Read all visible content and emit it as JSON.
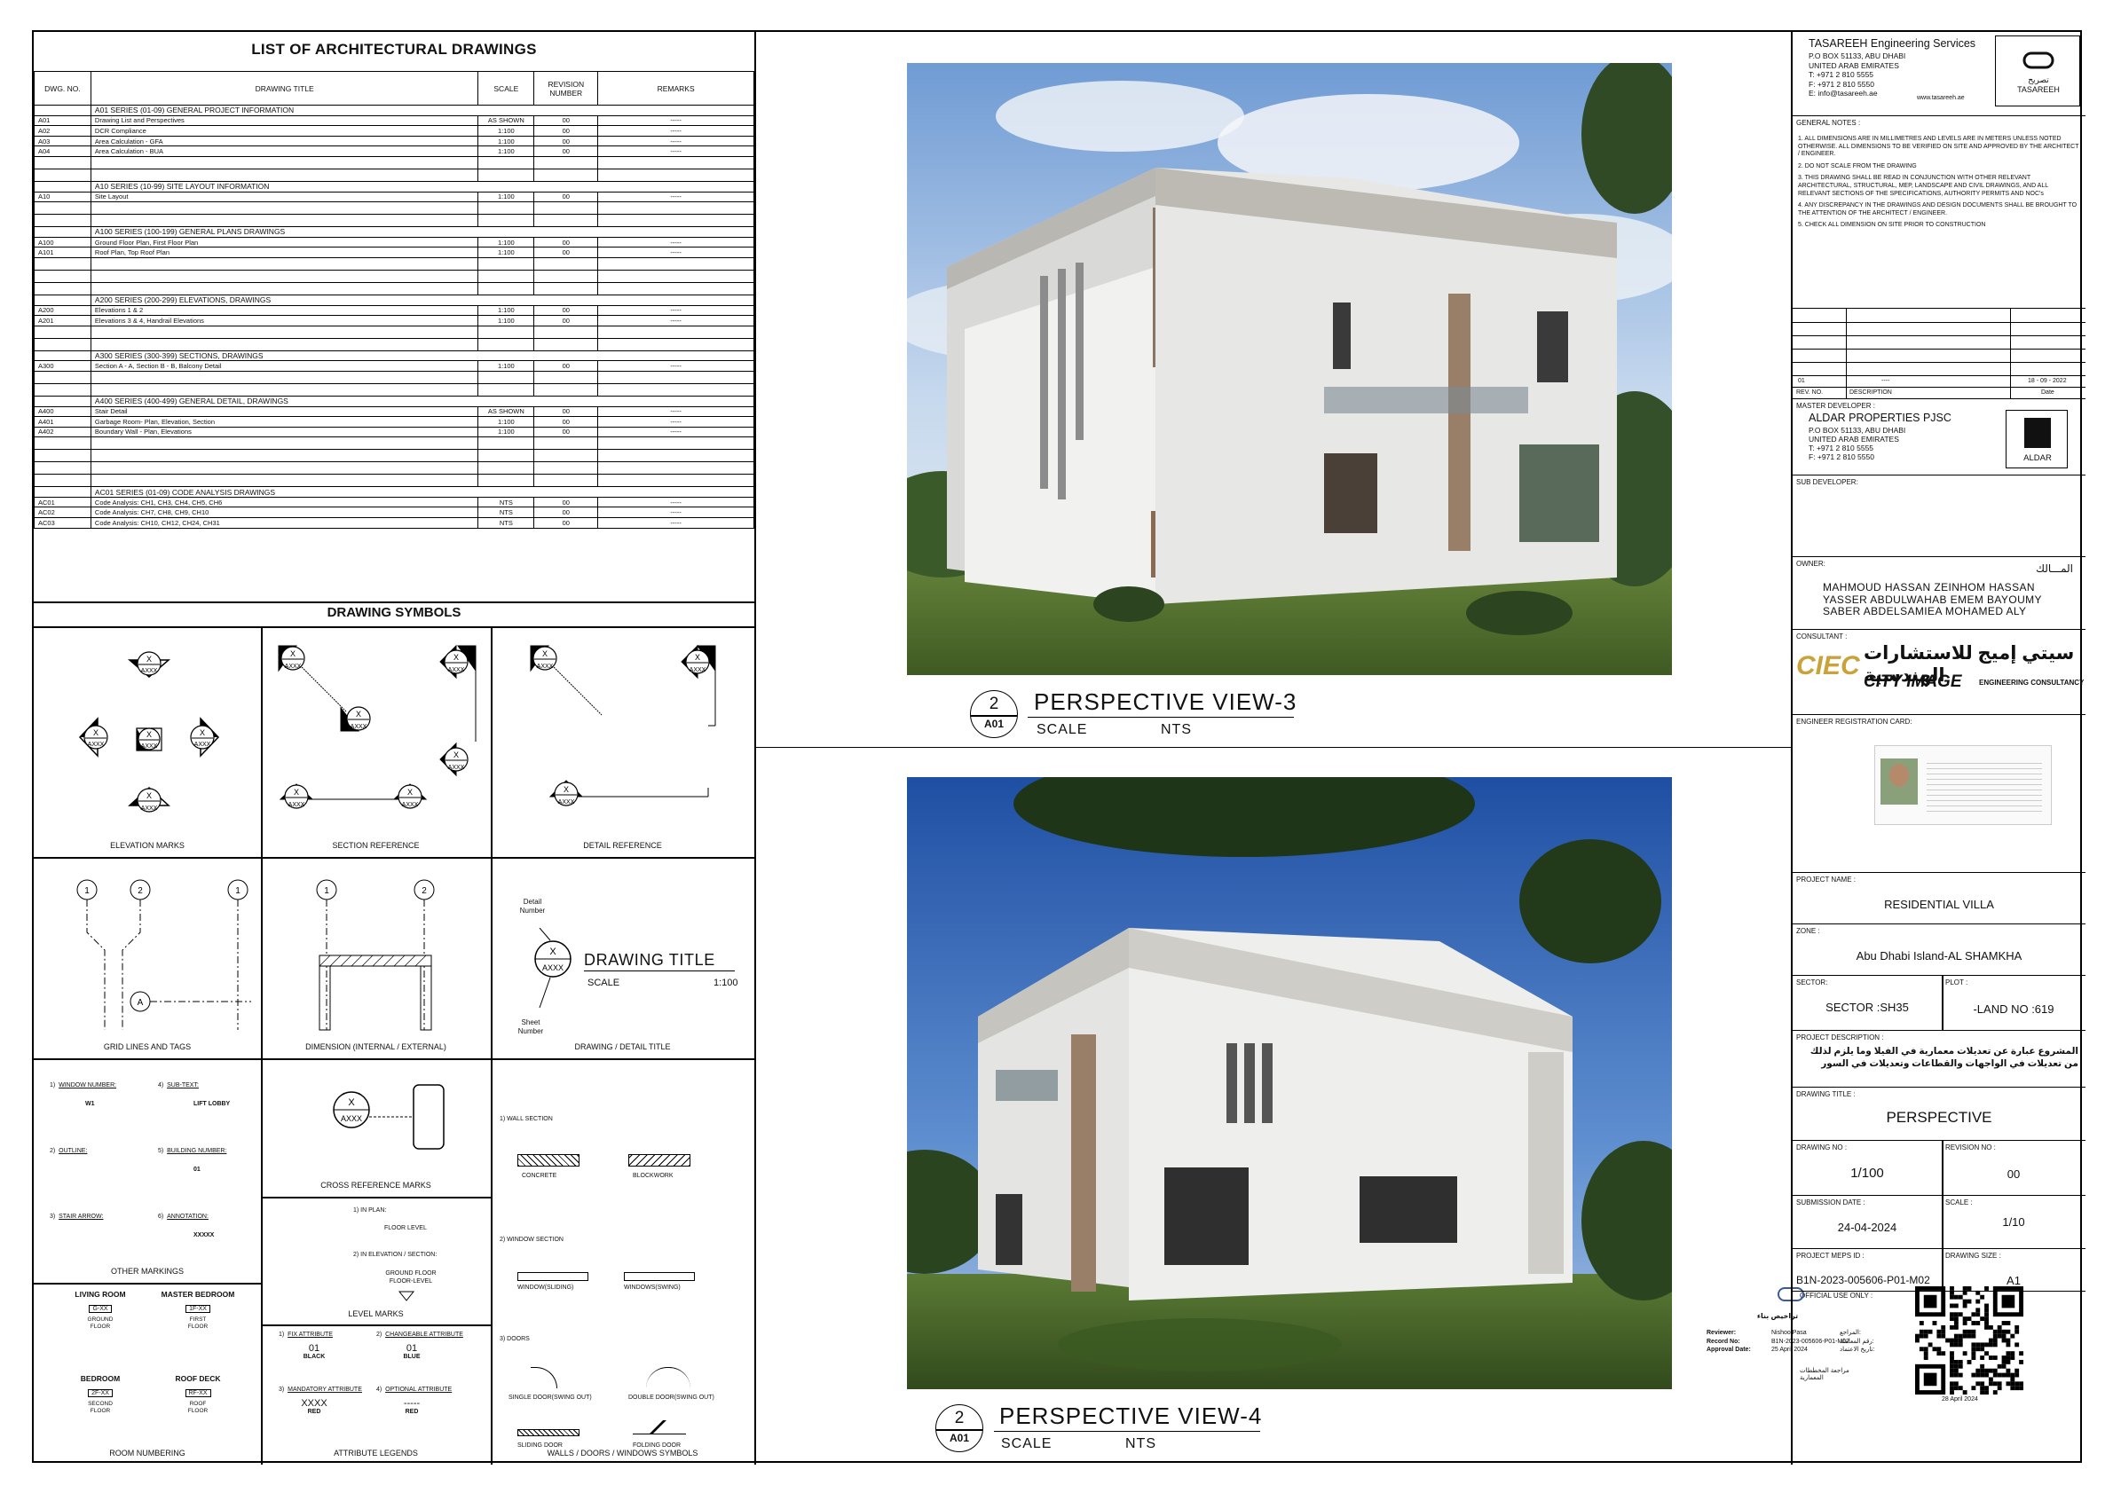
{
  "drawing_list": {
    "title": "LIST OF ARCHITECTURAL DRAWINGS",
    "headers": [
      "DWG. NO.",
      "DRAWING TITLE",
      "SCALE",
      "REVISION NUMBER",
      "REMARKS"
    ],
    "rows": [
      {
        "type": "series",
        "title": "A01 SERIES (01-09) GENERAL PROJECT INFORMATION"
      },
      {
        "no": "A01",
        "title": "Drawing List and Perspectives",
        "scale": "AS SHOWN",
        "rev": "00",
        "rem": "-----"
      },
      {
        "no": "A02",
        "title": "DCR Compliance",
        "scale": "1:100",
        "rev": "00",
        "rem": "-----"
      },
      {
        "no": "A03",
        "title": "Area Calculation - GFA",
        "scale": "1:100",
        "rev": "00",
        "rem": "-----"
      },
      {
        "no": "A04",
        "title": "Area Calculation - BUA",
        "scale": "1:100",
        "rev": "00",
        "rem": "-----"
      },
      {
        "type": "gap"
      },
      {
        "type": "gap"
      },
      {
        "type": "series",
        "title": "A10 SERIES (10-99) SITE LAYOUT  INFORMATION"
      },
      {
        "no": "A10",
        "title": "Site Layout",
        "scale": "1:100",
        "rev": "00",
        "rem": "-----"
      },
      {
        "type": "gap"
      },
      {
        "type": "gap"
      },
      {
        "type": "series",
        "title": "A100 SERIES (100-199) GENERAL PLANS DRAWINGS"
      },
      {
        "no": "A100",
        "title": "Ground Floor Plan, First Floor Plan",
        "scale": "1:100",
        "rev": "00",
        "rem": "-----"
      },
      {
        "no": "A101",
        "title": "Roof Plan, Top Roof Plan",
        "scale": "1:100",
        "rev": "00",
        "rem": "-----"
      },
      {
        "type": "gap"
      },
      {
        "type": "gap"
      },
      {
        "type": "gap"
      },
      {
        "type": "series",
        "title": "A200 SERIES (200-299) ELEVATIONS, DRAWINGS"
      },
      {
        "no": "A200",
        "title": "Elevations 1 & 2",
        "scale": "1:100",
        "rev": "00",
        "rem": "-----"
      },
      {
        "no": "A201",
        "title": "Elevations 3 & 4, Handrail Elevations",
        "scale": "1:100",
        "rev": "00",
        "rem": "-----"
      },
      {
        "type": "gap"
      },
      {
        "type": "gap"
      },
      {
        "type": "series",
        "title": "A300 SERIES (300-399) SECTIONS, DRAWINGS"
      },
      {
        "no": "A300",
        "title": "Section A - A, Section B - B, Balcony Detail",
        "scale": "1:100",
        "rev": "00",
        "rem": "-----"
      },
      {
        "type": "gap"
      },
      {
        "type": "gap"
      },
      {
        "type": "series",
        "title": "A400 SERIES (400-499) GENERAL DETAIL, DRAWINGS"
      },
      {
        "no": "A400",
        "title": "Stair Detail",
        "scale": "AS SHOWN",
        "rev": "00",
        "rem": "-----"
      },
      {
        "no": "A401",
        "title": "Garbage Room- Plan, Elevation, Section",
        "scale": "1:100",
        "rev": "00",
        "rem": "-----"
      },
      {
        "no": "A402",
        "title": "Boundary Wall - Plan, Elevations",
        "scale": "1:100",
        "rev": "00",
        "rem": "-----"
      },
      {
        "type": "gap"
      },
      {
        "type": "gap"
      },
      {
        "type": "gap"
      },
      {
        "type": "gap"
      },
      {
        "type": "series",
        "title": "AC01 SERIES (01-09) CODE ANALYSIS DRAWINGS"
      },
      {
        "no": "AC01",
        "title": "Code Analysis: CH1, CH3, CH4, CH5, CH6",
        "scale": "NTS",
        "rev": "00",
        "rem": "-----"
      },
      {
        "no": "AC02",
        "title": "Code Analysis: CH7, CH8, CH9, CH10",
        "scale": "NTS",
        "rev": "00",
        "rem": "-----"
      },
      {
        "no": "AC03",
        "title": "Code Analysis: CH10, CH12, CH24, CH31",
        "scale": "NTS",
        "rev": "00",
        "rem": "-----"
      }
    ]
  },
  "symbols": {
    "title": "DRAWING SYMBOLS",
    "mark_x": "X",
    "mark_axxx": "AXXX",
    "elevation_marks": "ELEVATION MARKS",
    "section_reference": "SECTION REFERENCE",
    "detail_reference": "DETAIL REFERENCE",
    "grid_lines": "GRID LINES AND TAGS",
    "grid_1": "1",
    "grid_2": "2",
    "grid_a": "A",
    "dimension": "DIMENSION (INTERNAL / EXTERNAL)",
    "drawing_detail_title": "DRAWING / DETAIL TITLE",
    "detail_number": "Detail Number",
    "sheet_number": "Sheet Number",
    "sample_title": "DRAWING TITLE",
    "sample_scale_label": "SCALE",
    "sample_scale_value": "1:100",
    "other_items": [
      {
        "n": "1)",
        "label": "WINDOW  NUMBER:",
        "sym": "W1"
      },
      {
        "n": "4)",
        "label": "SUB-TEXT:",
        "sym": "LIFT LOBBY"
      },
      {
        "n": "2)",
        "label": "OUTLINE:",
        "sym": ""
      },
      {
        "n": "5)",
        "label": "BUILDING NUMBER:",
        "sym": "01"
      },
      {
        "n": "3)",
        "label": "STAIR ARROW:",
        "sym": ""
      },
      {
        "n": "6)",
        "label": "ANNOTATION:",
        "sym": "XXXXX"
      }
    ],
    "other_markings": "OTHER MARKINGS",
    "cross_reference": "CROSS REFERENCE MARKS",
    "level_marks": "LEVEL MARKS",
    "level_items": [
      "1)  IN PLAN:",
      "2)  IN ELEVATION / SECTION:"
    ],
    "level_floor": "FLOOR LEVEL",
    "level_ground": "GROUND FLOOR FLOOR-LEVEL",
    "wall_items": {
      "wall_section": "1)     WALL SECTION",
      "concrete": "CONCRETE",
      "blockwork": "BLOCKWORK",
      "window_section": "2)     WINDOW SECTION",
      "window_sliding": "WINDOW(SLIDING)",
      "window_swing": "WINDOWS(SWING)",
      "doors": "3)     DOORS",
      "single_door": "SINGLE DOOR(SWING OUT)",
      "double_door": "DOUBLE DOOR(SWING OUT)",
      "sliding_door": "SLIDING DOOR",
      "folding_door": "FOLDING DOOR"
    },
    "walls_doors": "WALLS / DOORS / WINDOWS SYMBOLS",
    "rooms": [
      {
        "name": "LIVING ROOM",
        "code": "G-XX",
        "floor": "GROUND FLOOR"
      },
      {
        "name": "MASTER BEDROOM",
        "code": "1F-XX",
        "floor": "FIRST FLOOR"
      },
      {
        "name": "BEDROOM",
        "code": "2F-XX",
        "floor": "SECOND FLOOR"
      },
      {
        "name": "ROOF DECK",
        "code": "RF-XX",
        "floor": "ROOF FLOOR"
      }
    ],
    "room_numbering": "ROOM NUMBERING",
    "attributes": [
      {
        "n": "1)",
        "label": "FIX ATTRIBUTE",
        "v": "01",
        "c": "BLACK"
      },
      {
        "n": "2)",
        "label": "CHANGEABLE ATTRIBUTE",
        "v": "01",
        "c": "BLUE"
      },
      {
        "n": "3)",
        "label": "MANDATORY ATTRIBUTE",
        "v": "XXXX",
        "c": "RED"
      },
      {
        "n": "4)",
        "label": "OPTIONAL ATTRIBUTE",
        "v": "-----",
        "c": "RED"
      }
    ],
    "attribute_legends": "ATTRIBUTE LEGENDS"
  },
  "views": [
    {
      "num": "2",
      "sheet": "A01",
      "title": "PERSPECTIVE VIEW-3",
      "scale_label": "SCALE",
      "scale": "NTS"
    },
    {
      "num": "2",
      "sheet": "A01",
      "title": "PERSPECTIVE VIEW-4",
      "scale_label": "SCALE",
      "scale": "NTS"
    }
  ],
  "title_block": {
    "company": "TASAREEH Engineering Services",
    "company_addr": [
      "P.O BOX 51133, ABU DHABI",
      "UNITED ARAB EMIRATES",
      "T:  +971 2 810 5555",
      "F:  +971 2 810 5550",
      "E:  info@tasareeh.ae"
    ],
    "company_web": "www.tasareeh.ae",
    "logo_text": "TASAREEH",
    "logo_arabic": "تصريح",
    "general_notes_label": "GENERAL NOTES :",
    "notes": [
      "1.  ALL DIMENSIONS ARE IN MILLIMETRES AND LEVELS ARE IN METERS UNLESS NOTED OTHERWISE. ALL DIMENSIONS TO BE VERIFIED ON SITE AND APPROVED BY THE ARCHITECT / ENGINEER.",
      "2.  DO NOT SCALE FROM THE DRAWING",
      "3.  THIS DRAWING SHALL BE READ IN CONJUNCTION WITH OTHER RELEVANT ARCHITECTURAL, STRUCTURAL, MEP, LANDSCAPE AND CIVIL DRAWINGS, AND ALL RELEVANT SECTIONS OF THE SPECIFICATIONS, AUTHORITY PERMITS AND NOC's",
      "4.  ANY DISCREPANCY IN THE DRAWINGS AND DESIGN DOCUMENTS SHALL BE BROUGHT TO THE ATTENTION OF THE ARCHITECT / ENGINEER.",
      "5.  CHECK ALL DIMENSION ON SITE PRIOR TO CONSTRUCTION"
    ],
    "rev_row": {
      "no": "01",
      "desc": "----",
      "date": "18 - 09 - 2022"
    },
    "rev_headers": [
      "REV. NO.",
      "DESCRIPTION",
      "Date"
    ],
    "master_dev_label": "MASTER DEVELOPER :",
    "master_dev": "ALDAR PROPERTIES PJSC",
    "master_addr": [
      "P.O BOX 51133, ABU DHABI",
      "UNITED ARAB EMIRATES",
      "T:  +971 2 810 5555",
      "F:  +971 2 810 5550"
    ],
    "aldar_logo": "ALDAR",
    "sub_dev_label": "SUB DEVELOPER:",
    "owner_label": "OWNER:",
    "owner_arabic": "المـــالك",
    "owners": [
      "MAHMOUD HASSAN ZEINHOM HASSAN",
      "YASSER ABDULWAHAB EMEM BAYOUMY",
      "SABER ABDELSAMIEA MOHAMED ALY"
    ],
    "consultant_label": "CONSULTANT :",
    "consultant_arabic": "سيتي إميج للاستشارات الهندسية",
    "consultant_en": "CITY IMAGE",
    "consultant_sub": "ENGINEERING CONSULTANCY",
    "consultant_initials": "CIEC",
    "eng_card_label": "ENGINEER REGISTRATION CARD:",
    "project_name_label": "PROJECT NAME :",
    "project_name": "RESIDENTIAL  VILLA",
    "zone_label": "ZONE :",
    "zone": "Abu Dhabi Island-AL SHAMKHA",
    "sector_label": "SECTOR:",
    "sector": "SECTOR :SH35",
    "plot_label": "PLOT :",
    "plot": "-LAND NO :619",
    "proj_desc_label": "PROJECT DESCRIPTION :",
    "proj_desc": "المشروع عبارة عن تعديلات معمارية في الفيلا وما يلزم لذلك من تعديلات في الواجهات والقطاعات وتعديلات في السور",
    "drawing_title_label": "DRAWING TITLE :",
    "drawing_title": "PERSPECTIVE",
    "drawing_no_label": "DRAWING NO :",
    "drawing_no": "1/100",
    "revision_no_label": "REVISION NO :",
    "revision_no": "00",
    "submission_label": "SUBMISSION DATE :",
    "submission": "24-04-2024",
    "scale_label": "SCALE :",
    "scale": "1/10",
    "meps_label": "PROJECT MEPS ID :",
    "meps": "B1N-2023-005606-P01-M02",
    "size_label": "DRAWING SIZE :",
    "size": "A1",
    "official_label": "OFFICIAL USE ONLY :",
    "stamp_title": "تراخيص بناء",
    "stamp_rows": [
      {
        "k": "Reviewer:",
        "v": "Nishoo Pasa",
        "a": "المراجع:"
      },
      {
        "k": "Record No:",
        "v": "B1N-2023-005606-P01-M02",
        "a": "رقم المعاملة:"
      },
      {
        "k": "Approval Date:",
        "v": "25 April 2024",
        "a": "تاريخ الاعتماد:"
      }
    ],
    "stamp_review": "مراجعة المخططات المعمارية",
    "qr_date": "28 April 2024"
  }
}
